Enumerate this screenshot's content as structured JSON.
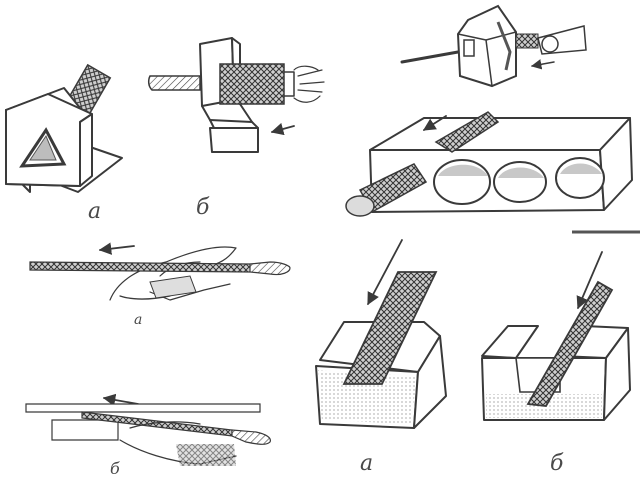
{
  "labels": {
    "fig1_a": "а",
    "fig1_b": "б",
    "fig3_a": "а",
    "fig3_b": "б",
    "fig4_a": "а",
    "fig4_b": "б"
  },
  "colors": {
    "ink": "#3a3a3a",
    "label": "#4a4a4a",
    "background": "#ffffff"
  },
  "icons": {
    "arrow": "arrow-icon",
    "file": "file-icon",
    "hammer": "hammer-icon"
  }
}
